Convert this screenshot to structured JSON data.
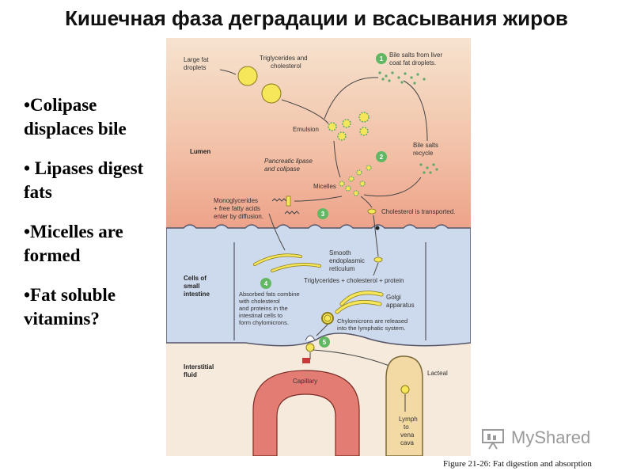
{
  "title": "Кишечная фаза деградации и всасывания жиров",
  "bullets": [
    "•Colipase displaces bile",
    "• Lipases digest fats",
    "•Micelles are formed",
    "•Fat soluble vitamins?"
  ],
  "diagram": {
    "large_fat_droplets": "Large fat droplets",
    "large_fat_droplets_l1": "Large fat",
    "large_fat_droplets_l2": "droplets",
    "tg_chol_l1": "Triglycerides and",
    "tg_chol_l2": "cholesterol",
    "step1_l1": "Bile salts from liver",
    "step1_l2": "coat fat droplets.",
    "emulsion": "Emulsion",
    "lumen": "Lumen",
    "pancreatic_l1": "Pancreatic lipase",
    "pancreatic_l2": "and colipase",
    "bile_recycle_l1": "Bile salts",
    "bile_recycle_l2": "recycle",
    "micelles": "Micelles",
    "mono_l1": "Monoglycerides",
    "mono_l2": "+ free fatty acids",
    "mono_l3": "enter by diffusion.",
    "chol_transported": "Cholesterol is transported.",
    "ser_l1": "Smooth",
    "ser_l2": "endoplasmic",
    "ser_l3": "reticulum",
    "cells_l1": "Cells of",
    "cells_l2": "small",
    "cells_l3": "intestine",
    "tg_chol_protein": "Triglycerides + cholesterol + protein",
    "step4_l1": "Absorbed fats combine",
    "step4_l2": "with cholesterol",
    "step4_l3": "and proteins in the",
    "step4_l4": "intestinal cells to",
    "step4_l5": "form chylomicrons.",
    "golgi_l1": "Golgi",
    "golgi_l2": "apparatus",
    "chylo_l1": "Chylomicrons are released",
    "chylo_l2": "into the lymphatic system.",
    "interstitial_l1": "Interstitial",
    "interstitial_l2": "fluid",
    "lacteal": "Lacteal",
    "capillary": "Capillary",
    "lymph_l1": "Lymph",
    "lymph_l2": "to",
    "lymph_l3": "vena",
    "lymph_l4": "cava",
    "step_numbers": [
      "1",
      "2",
      "3",
      "4",
      "5"
    ]
  },
  "caption": "Figure 21-26: Fat digestion and absorption",
  "watermark": "MyShared",
  "colors": {
    "lumen_top": "#f6e3cf",
    "lumen_bottom": "#ec9c84",
    "cells": "#cdd9ec",
    "interstitial": "#f6eadc",
    "fat_yellow": "#f5e65a",
    "step_green": "#62b862",
    "capillary": "#e37d73"
  }
}
